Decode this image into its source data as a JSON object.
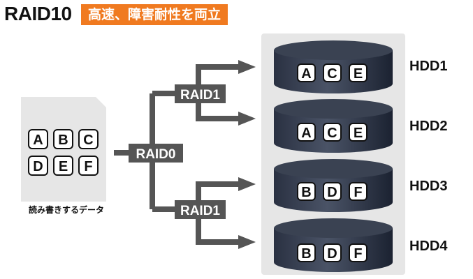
{
  "title": "RAID10",
  "subtitle": "高速、障害耐性を両立",
  "source": {
    "label": "読み書きするデータ",
    "blocks": [
      "A",
      "B",
      "C",
      "D",
      "E",
      "F"
    ]
  },
  "raid0_label": "RAID0",
  "raid1_labels": [
    "RAID1",
    "RAID1"
  ],
  "drives": [
    {
      "name": "HDD1",
      "blocks": [
        "A",
        "C",
        "E"
      ]
    },
    {
      "name": "HDD2",
      "blocks": [
        "A",
        "C",
        "E"
      ]
    },
    {
      "name": "HDD3",
      "blocks": [
        "B",
        "D",
        "F"
      ]
    },
    {
      "name": "HDD4",
      "blocks": [
        "B",
        "D",
        "F"
      ]
    }
  ],
  "colors": {
    "accent": "#f07a20",
    "connector": "#555555",
    "drive_top": "#3a4252",
    "drive_body": "#1f2636",
    "panel": "#e6e6e6"
  }
}
